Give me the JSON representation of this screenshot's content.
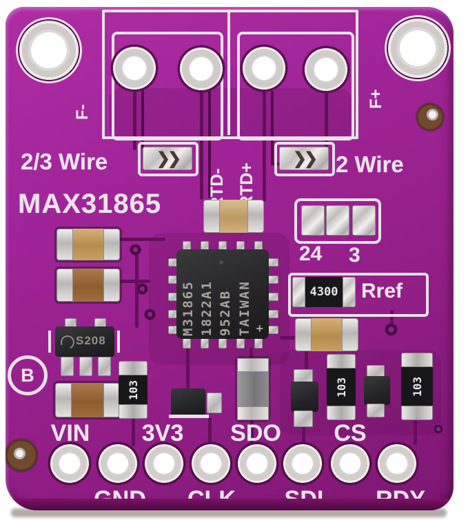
{
  "board": {
    "title": "MAX31865",
    "labels": {
      "wire_23": "2/3 Wire",
      "wire_2": "2 Wire",
      "rtd_minus": "RTD-",
      "rtd_plus": "RTD+",
      "force_minus": "F-",
      "force_plus": "F+",
      "jumper_24": "24",
      "jumper_3": "3",
      "rref": "Rref",
      "revision": "B"
    },
    "ic": {
      "line1": "M31865",
      "line2": "1822A1",
      "line3": "952AB",
      "line4": "TAIWAN",
      "pin1_mark": "+"
    },
    "components": {
      "rref_value": "4300",
      "resistor_value": "103",
      "regulator_marking": "S208",
      "jumper_chevron": "❯❯"
    },
    "pins": [
      {
        "label": "VIN",
        "row": "above"
      },
      {
        "label": "GND",
        "row": "below"
      },
      {
        "label": "3V3",
        "row": "above"
      },
      {
        "label": "CLK",
        "row": "below"
      },
      {
        "label": "SDO",
        "row": "above"
      },
      {
        "label": "SDI",
        "row": "below"
      },
      {
        "label": "CS",
        "row": "above"
      },
      {
        "label": "RDY",
        "row": "below"
      }
    ],
    "colors": {
      "pcb": "#9c2191",
      "trace": "#63105a",
      "silkscreen": "#ece5ea",
      "ic_body": "#2a292b",
      "background": "#ffffff"
    }
  }
}
